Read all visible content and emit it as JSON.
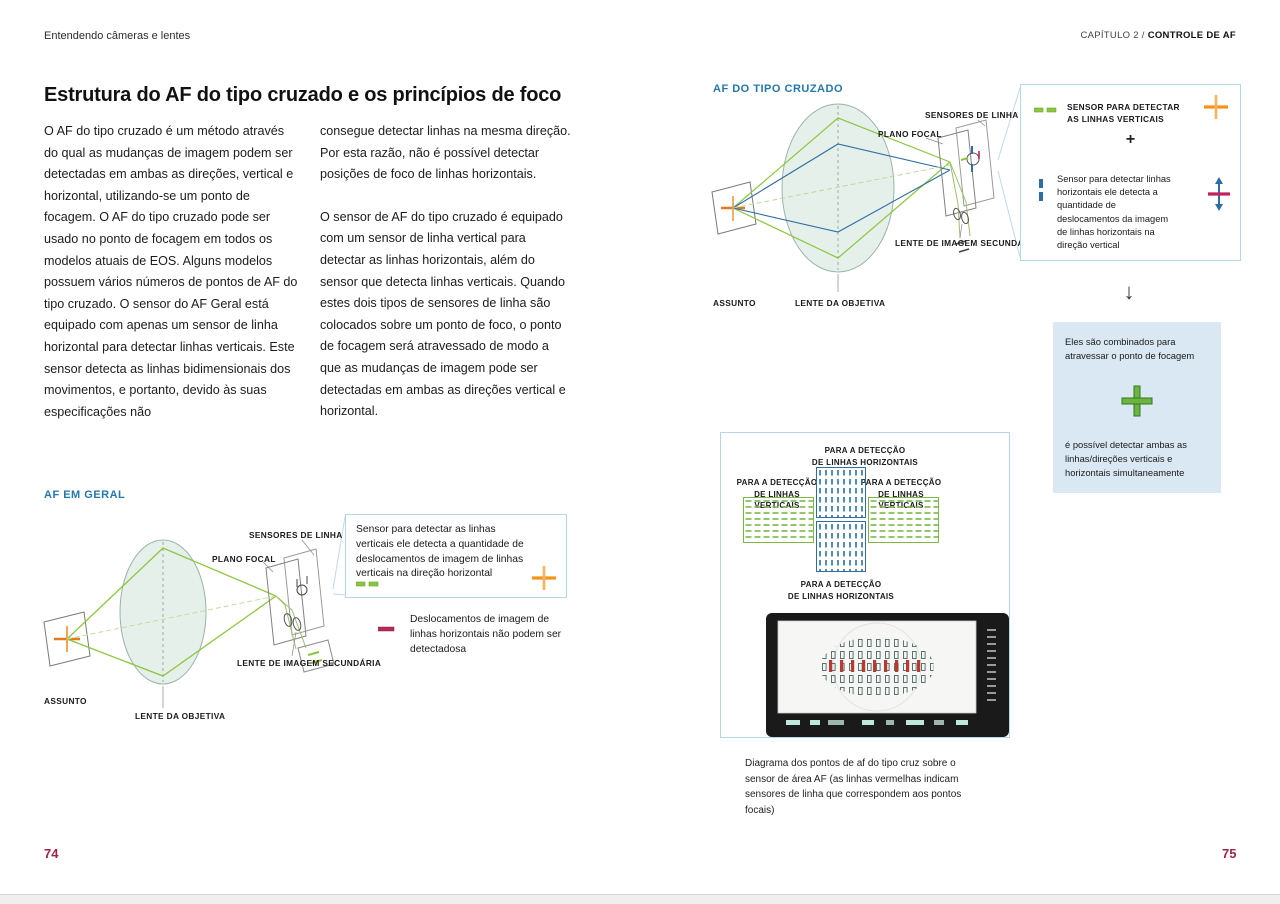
{
  "header": {
    "book_title": "Entendendo câmeras e lentes",
    "chapter_prefix": "CAPÍTULO 2 /",
    "chapter_title": "CONTROLE DE AF"
  },
  "left_page": {
    "title": "Estrutura do AF do tipo cruzado e os princípios de foco",
    "col1": "O AF do tipo cruzado é um método através do qual as mudanças de imagem podem ser detectadas em ambas as direções, vertical e horizontal, utilizando-se um ponto de focagem. O AF do tipo cruzado pode ser usado no ponto de focagem em todos os modelos atuais de EOS. Alguns modelos possuem vários números de pontos de AF do tipo cruzado. O sensor do AF Geral está equipado com apenas um sensor de linha horizontal para detectar linhas verticais. Este sensor detecta as linhas bidimensionais dos movimentos, e portanto, devido às suas especificações não",
    "col2_p1": "consegue detectar linhas na mesma direção. Por esta razão, não é possível detectar posições de foco de linhas horizontais.",
    "col2_p2": "O sensor de AF do tipo cruzado é equipado com um sensor de linha vertical para detectar as linhas horizontais, além do sensor que detecta linhas verticais. Quando estes dois tipos de sensores de linha são colocados sobre um ponto de foco, o ponto de focagem será atravessado de modo a que as mudanças de imagem pode ser detectadas em ambas as direções vertical e horizontal.",
    "diagram_heading": "AF EM GERAL",
    "labels": {
      "line_sensors": "SENSORES DE LINHA",
      "focal_plane": "PLANO FOCAL",
      "secondary_lens": "LENTE DE IMAGEM SECUNDÁRIA",
      "subject": "ASSUNTO",
      "objective_lens": "LENTE DA OBJETIVA"
    },
    "callout_text": "Sensor para detectar as linhas verticais ele detecta a quantidade de deslocamentos de imagem de linhas verticais na direção horizontal",
    "note_text": "Deslocamentos de imagem de linhas horizontais não podem ser detectadosa",
    "page_number": "74"
  },
  "right_page": {
    "diagram_heading": "AF DO TIPO CRUZADO",
    "labels": {
      "line_sensors": "SENSORES DE LINHA",
      "focal_plane": "PLANO FOCAL",
      "secondary_lens": "LENTE DE IMAGEM SECUNDÁRIA",
      "subject": "ASSUNTO",
      "objective_lens": "LENTE DA OBJETIVA"
    },
    "callout": {
      "vertical_sensor_label": "SENSOR PARA DETECTAR\nAS LINHAS VERTICAIS",
      "plus": "+",
      "horizontal_sensor_text": "Sensor para detectar linhas horizontais ele detecta a quantidade de deslocamentos da imagem de linhas horizontais na direção vertical"
    },
    "arrow_down": "↓",
    "combine_box": {
      "top_text": "Eles são combinados para atravessar o ponto de focagem",
      "bottom_text": "é possível detectar ambas as linhas/direções verticais e horizontais simultaneamente"
    },
    "sensor_map": {
      "top": "PARA A DETECÇÃO\nDE LINHAS HORIZONTAIS",
      "left": "PARA A DETECÇÃO\nDE LINHAS VERTICAIS",
      "right": "PARA A DETECÇÃO\nDE LINHAS VERTICAIS",
      "bottom": "PARA A DETECÇÃO\nDE LINHAS HORIZONTAIS"
    },
    "caption": "Diagrama dos pontos de af do tipo cruz sobre o sensor de área AF (as linhas vermelhas indicam sensores de linha que correspondem aos pontos focais)",
    "page_number": "75"
  },
  "colors": {
    "accent_blue": "#2377ad",
    "page_number_red": "#9e2545",
    "ray_green": "#8cc63e",
    "sensor_blue": "#2e6da4",
    "cross_orange": "#f7941d",
    "magenta": "#c4215f",
    "combine_box_bg": "#d9e8f3"
  }
}
